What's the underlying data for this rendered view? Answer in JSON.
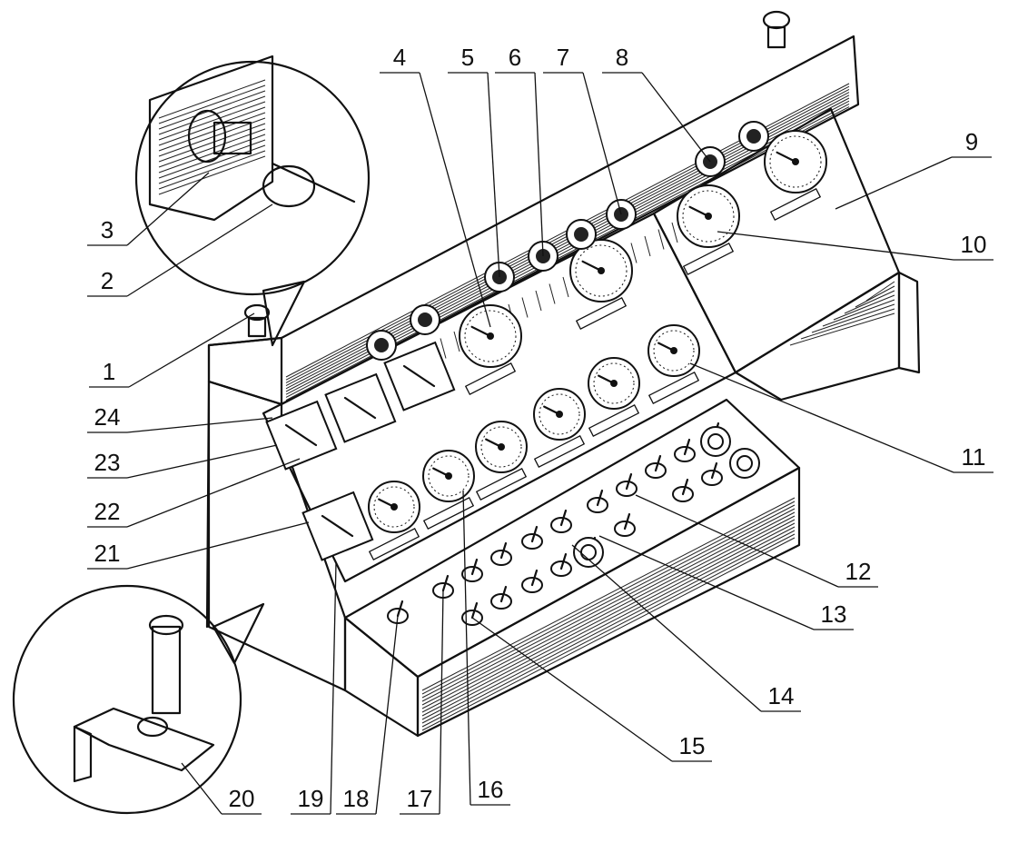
{
  "diagram": {
    "callouts": [
      {
        "num": "1"
      },
      {
        "num": "2"
      },
      {
        "num": "3"
      },
      {
        "num": "4"
      },
      {
        "num": "5"
      },
      {
        "num": "6"
      },
      {
        "num": "7"
      },
      {
        "num": "8"
      },
      {
        "num": "9"
      },
      {
        "num": "10"
      },
      {
        "num": "11"
      },
      {
        "num": "12"
      },
      {
        "num": "13"
      },
      {
        "num": "14"
      },
      {
        "num": "15"
      },
      {
        "num": "16"
      },
      {
        "num": "17"
      },
      {
        "num": "18"
      },
      {
        "num": "19"
      },
      {
        "num": "20"
      },
      {
        "num": "21"
      },
      {
        "num": "22"
      },
      {
        "num": "23"
      },
      {
        "num": "24"
      }
    ]
  }
}
